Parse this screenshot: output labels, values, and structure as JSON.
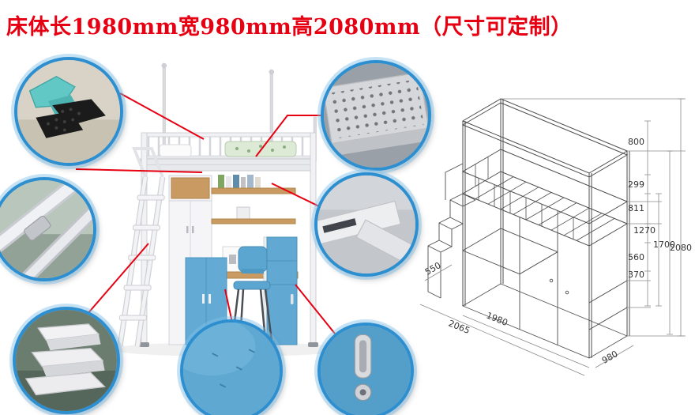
{
  "title": {
    "text": "床体长1980mm宽980mm高2080mm（尺寸可定制）",
    "color": "#e60012"
  },
  "colors": {
    "accent_red": "#e60012",
    "callout_ring_blue": "#2e8fd0",
    "panel_blue": "#63abd4",
    "wood": "#c99b63",
    "frame_white": "#f2f3f5"
  },
  "callouts": {
    "plastic_foot": "plastic-corner-foot-detail",
    "tube_frame": "steel-tube-joint-detail",
    "ladder_steps": "ladder-step-detail",
    "perforated_panel": "perforated-bed-panel-detail",
    "frame_corner": "frame-beam-corner-detail",
    "panel_surface": "blue-panel-surface-detail",
    "door_handle": "door-handle-lock-detail"
  },
  "drawing": {
    "dims": {
      "h800": "800",
      "h299": "299",
      "h811": "811",
      "h1270": "1270",
      "h1700": "1700",
      "h2080": "2080",
      "h560": "560",
      "h370": "370",
      "d550": "550",
      "d2065": "2065",
      "d1980": "1980",
      "w980": "980"
    }
  }
}
